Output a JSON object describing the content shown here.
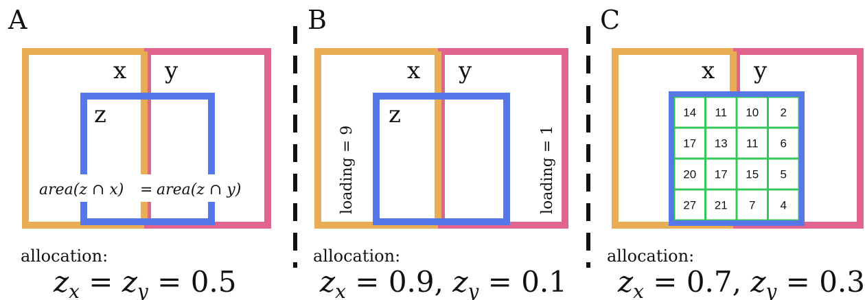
{
  "panels": [
    {
      "letter": "A",
      "labels": {
        "x": "x",
        "y": "y",
        "z": "z"
      },
      "area_left": "area(z ∩ x)",
      "area_eq": "=",
      "area_right": "area(z ∩ y)",
      "allocation_label": "allocation:",
      "allocation": {
        "first": "z",
        "first_sub": "x",
        "mid": " = ",
        "second": "z",
        "second_sub": "y",
        "rest": " = 0.5"
      }
    },
    {
      "letter": "B",
      "labels": {
        "x": "x",
        "y": "y",
        "z": "z"
      },
      "loading_left": "loading = 9",
      "loading_right": "loading = 1",
      "allocation_label": "allocation:",
      "allocation": {
        "first": "z",
        "first_sub": "x",
        "mid": " = 0.9, ",
        "second": "z",
        "second_sub": "y",
        "rest": " = 0.1"
      }
    },
    {
      "letter": "C",
      "labels": {
        "x": "x",
        "y": "y"
      },
      "grid": [
        [
          "14",
          "11",
          "10",
          "2"
        ],
        [
          "17",
          "13",
          "11",
          "6"
        ],
        [
          "20",
          "17",
          "15",
          "5"
        ],
        [
          "27",
          "21",
          "7",
          "4"
        ]
      ],
      "allocation_label": "allocation:",
      "allocation": {
        "first": "z",
        "first_sub": "x",
        "mid": " = 0.7, ",
        "second": "z",
        "second_sub": "y",
        "rest": " = 0.3"
      }
    }
  ],
  "colors": {
    "x_box": "#e9ad53",
    "y_box": "#e0648e",
    "z_box": "#5677e8",
    "grid_line": "#34c759",
    "divider": "#111111",
    "text": "#111111"
  }
}
